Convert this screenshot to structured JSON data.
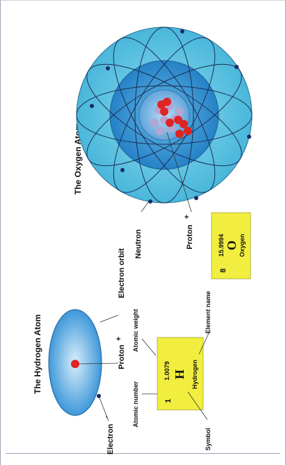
{
  "hydrogen": {
    "title": "The Hydrogen Atom",
    "labels": {
      "electron_orbit": "Electron orbit",
      "proton": "Proton",
      "proton_sign": "+",
      "electron": "Electron",
      "electron_sign": "-",
      "atomic_number": "Atomic number",
      "atomic_weight": "Atomic weight",
      "symbol": "Symbol",
      "element_name": "Element name"
    },
    "card": {
      "number": "1",
      "weight": "1.0079",
      "symbol": "H",
      "name": "Hydrogen"
    }
  },
  "oxygen": {
    "title": "The Oxygen Atom",
    "labels": {
      "neutron": "Neutron",
      "proton": "Proton",
      "proton_sign": "+"
    },
    "card": {
      "number": "8",
      "weight": "15.9994",
      "symbol": "O",
      "name": "Oxygen"
    }
  },
  "colors": {
    "card_yellow": "#f1ee3f",
    "outer_sphere": "#5cc6e3",
    "inner_sphere": "#2a8fd1",
    "proton": "#e02424",
    "neutron": "#b3a6d2",
    "electron": "#1b2a6b",
    "hydrogen_electron_cloud": "#2f8fd6"
  }
}
